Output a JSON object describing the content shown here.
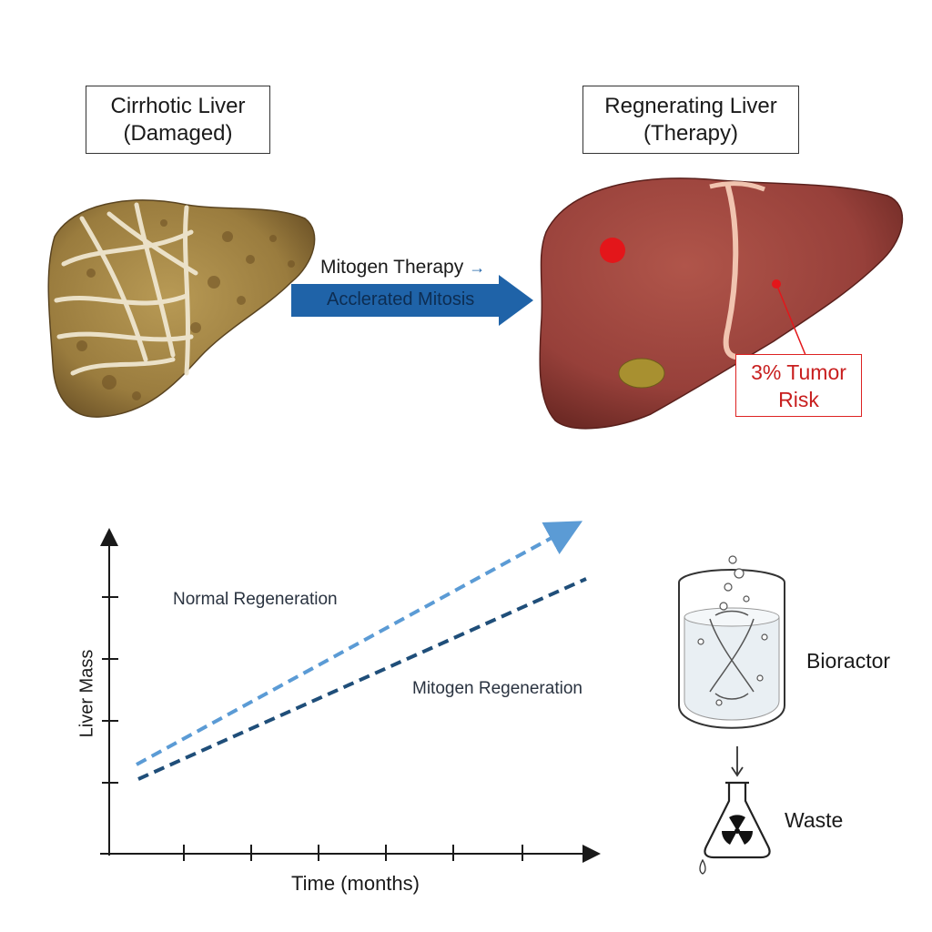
{
  "labels": {
    "cirrhotic": {
      "line1": "Cirrhotic Liver",
      "line2": "(Damaged)"
    },
    "regenerating": {
      "line1": "Regnerating Liver",
      "line2": "(Therapy)"
    },
    "therapy": "Mitogen Therapy",
    "therapy_arrow": "→",
    "mitosis": "Acclerated Mitosis",
    "risk": {
      "line1": "3% Tumor",
      "line2": "Risk"
    },
    "bioreactor": "Bioractor",
    "waste": "Waste"
  },
  "chart_data": {
    "type": "line",
    "xlabel": "Time (months)",
    "ylabel": "Liver Mass",
    "grid": false,
    "series": [
      {
        "name": "Normal Regeneration",
        "color": "#5b9bd5",
        "style": "dashed",
        "arrow": true
      },
      {
        "name": "Mitogen Regeneration",
        "color": "#1f4e79",
        "style": "dashed",
        "arrow": false
      }
    ]
  },
  "colors": {
    "arrow_blue": "#1f63a8",
    "liver_healthy": "#9a4237",
    "liver_cirrhotic": "#9a7c3e",
    "risk_red": "#d22020",
    "tumor_red": "#e3161a"
  },
  "icons": {
    "cirrhotic_liver": "cirrhotic-liver-icon",
    "healthy_liver": "healthy-liver-icon",
    "bioreactor": "bioreactor-icon",
    "waste_flask": "radioactive-flask-icon"
  }
}
